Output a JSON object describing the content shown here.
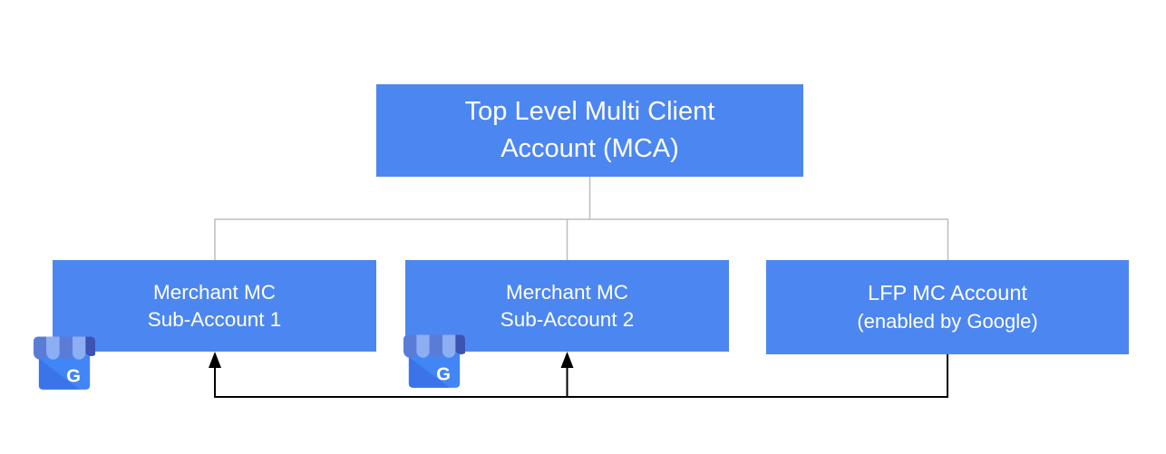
{
  "colors": {
    "canvas_bg": "#ffffff",
    "node_fill": "#4c86f1",
    "node_text": "#ffffff",
    "tree_line": "#bdbdbd",
    "arrow_line": "#000000",
    "icon_body": "#4285f4",
    "icon_body_shade": "#3b74e8",
    "icon_scallop_medium": "#5b7cd6",
    "icon_scallop_light": "#8eaef3",
    "icon_awning_dark": "#3c53b2",
    "icon_letter_color": "#ffffff"
  },
  "nodes": {
    "mca": {
      "line1": "Top Level Multi Client",
      "line2": "Account (MCA)"
    },
    "sub1": {
      "line1": "Merchant MC",
      "line2": "Sub-Account 1"
    },
    "sub2": {
      "line1": "Merchant MC",
      "line2": "Sub-Account 2"
    },
    "lfp": {
      "line1": "LFP MC Account",
      "line2": "(enabled by Google)"
    }
  },
  "icons": {
    "business_profile_letter": "G"
  }
}
